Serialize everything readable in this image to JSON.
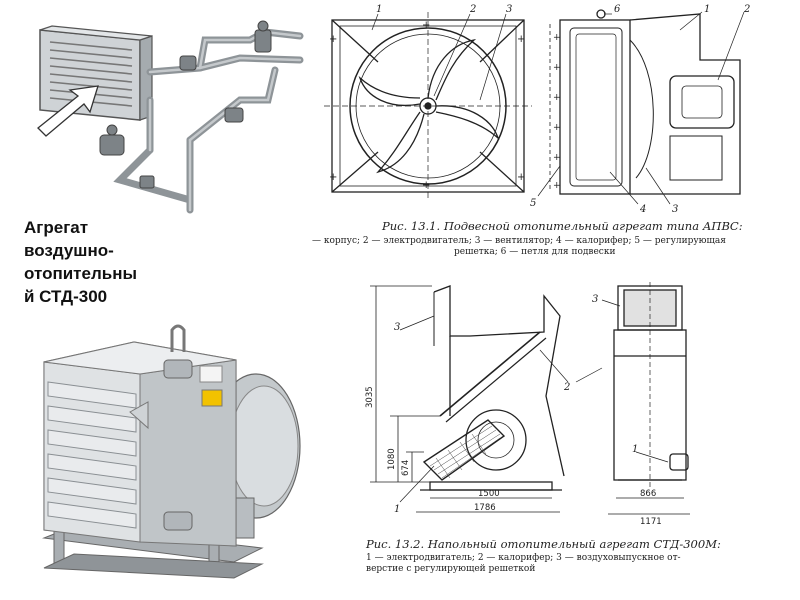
{
  "heading_lines": [
    "Агрегат",
    "воздушно-",
    "отопительны",
    "й СТД-300"
  ],
  "fig131": {
    "caption": "Рис. 13.1. Подвесной отопительный агрегат типа АПВС:",
    "legend_line1": "— корпус; 2 — электродвигатель; 3 — вентилятор; 4 — калорифер; 5 — регулирующая",
    "legend_line2": "решетка; 6 — петля для подвески",
    "callouts": [
      "1",
      "2",
      "3",
      "6",
      "1",
      "2",
      "5",
      "4",
      "3"
    ]
  },
  "fig132": {
    "caption": "Рис. 13.2. Напольный отопительный агрегат СТД-300М:",
    "legend_line1": "1 — электродвигатель; 2 — калорифер; 3 — воздуховыпускное от-",
    "legend_line2": "верстие с регулирующей решеткой",
    "callouts": [
      "3",
      "2",
      "1",
      "3",
      "1"
    ],
    "dimensions": [
      "3035",
      "1080",
      "674",
      "1500",
      "1786",
      "866",
      "1171"
    ]
  },
  "colors": {
    "ink": "#222222",
    "metal": "#c9cdd0",
    "metal_dark": "#8d9296",
    "pipe": "#9aa0a4",
    "label": "#f2c200"
  }
}
